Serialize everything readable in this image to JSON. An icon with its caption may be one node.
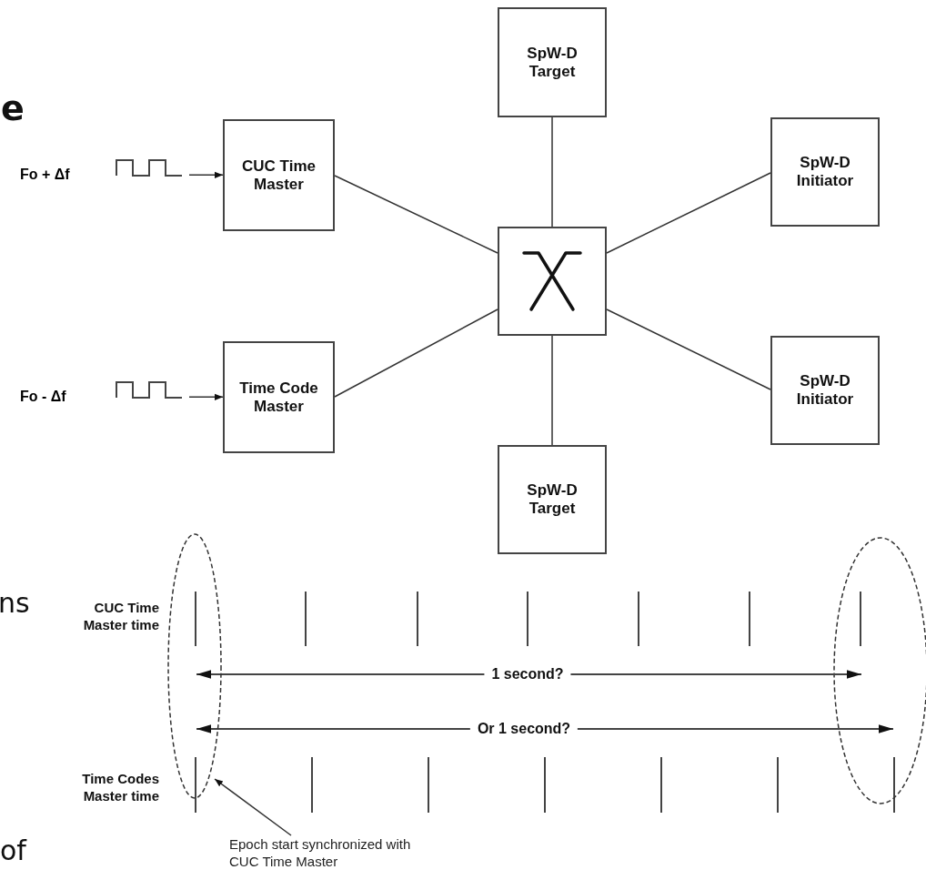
{
  "diagram": {
    "nodes": [
      {
        "text": [
          "Fo + Δf"
        ]
      },
      {
        "text": [
          "CUC Time Master"
        ]
      },
      {
        "text": [
          "Fo - Δf"
        ]
      },
      {
        "text": [
          "Time Code Master"
        ]
      },
      {
        "text": [
          "SpW-D Target"
        ]
      },
      {
        "text": [],
        "shape": "box"
      },
      {
        "text": [
          "SpW-D Initiator"
        ]
      },
      {
        "text": [
          "SpW-D Initiator"
        ]
      },
      {
        "text": [
          "SpW-D Target"
        ]
      },
      {
        "text": [
          "Epoch start synchronized with CUC Time Master"
        ]
      },
      {
        "text": [],
        "shape": "ellipse"
      }
    ],
    "edges": [
      {
        "from": 0,
        "to": 1,
        "arrow": "to"
      },
      {
        "from": 2,
        "to": 3,
        "arrow": "to"
      },
      {
        "from": 1,
        "to": 5,
        "arrow": "none"
      },
      {
        "from": 3,
        "to": 5,
        "arrow": "none"
      },
      {
        "from": 5,
        "to": 4,
        "arrow": "none"
      },
      {
        "from": 5,
        "to": 6,
        "arrow": "none"
      },
      {
        "from": 5,
        "to": 7,
        "arrow": "none"
      },
      {
        "from": 5,
        "to": 8,
        "arrow": "none"
      },
      {
        "from": 9,
        "to": 10,
        "arrow": "to"
      }
    ],
    "labels": [
      "e",
      "ns",
      "CUC Time Master time",
      "1 second?",
      "Or 1 second?",
      "Time Codes Master time",
      "of"
    ]
  }
}
